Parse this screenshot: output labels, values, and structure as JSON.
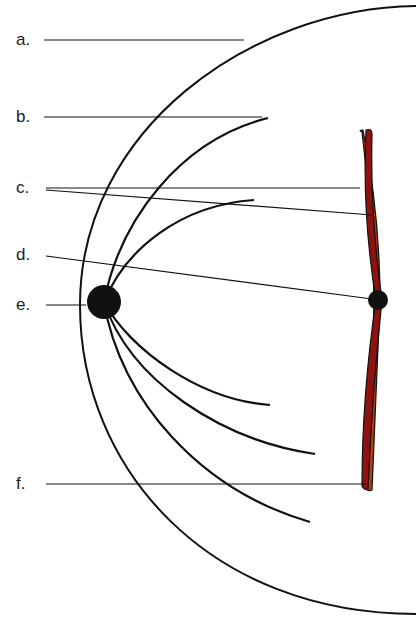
{
  "diagram": {
    "labels": [
      "a.",
      "b.",
      "c.",
      "d.",
      "e.",
      "f."
    ]
  }
}
